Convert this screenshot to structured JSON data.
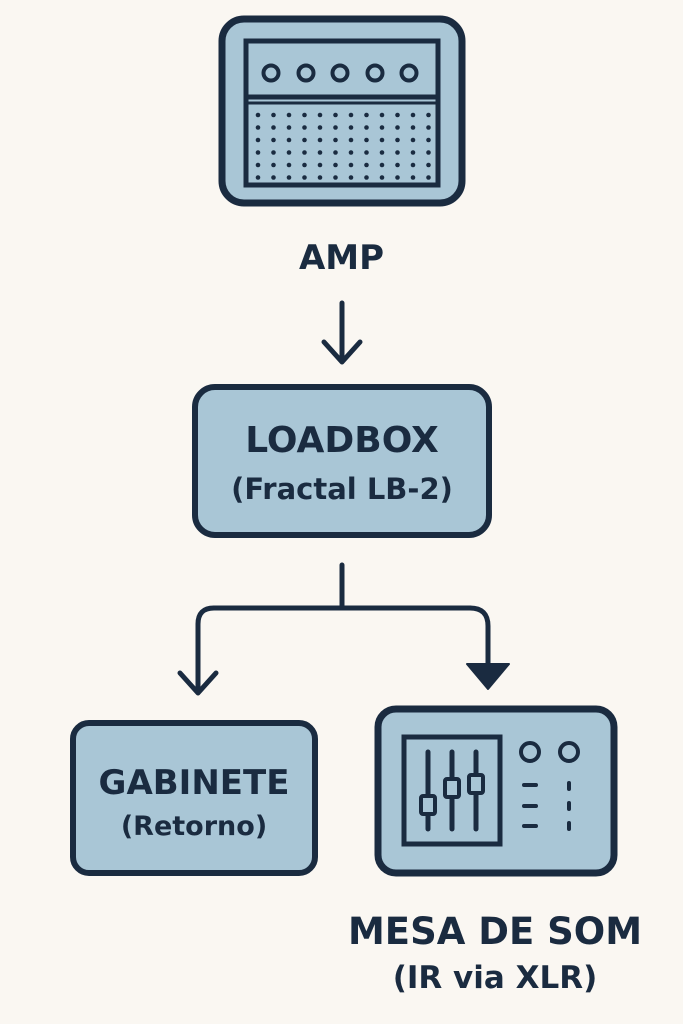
{
  "colors": {
    "background": "#faf7f2",
    "box_fill": "#a9c6d6",
    "stroke": "#1a2b40"
  },
  "nodes": {
    "amp": {
      "label": "AMP",
      "icon": "amp-icon"
    },
    "loadbox": {
      "title": "LOADBOX",
      "subtitle": "(Fractal LB-2)"
    },
    "cabinet": {
      "title": "GABINETE",
      "subtitle": "(Retorno)"
    },
    "mixer": {
      "title": "MESA DE SOM",
      "subtitle": "(IR via XLR)",
      "icon": "mixer-icon"
    }
  },
  "edges": [
    {
      "from": "AMP",
      "to": "LOADBOX"
    },
    {
      "from": "LOADBOX",
      "to": "GABINETE"
    },
    {
      "from": "LOADBOX",
      "to": "MESA DE SOM"
    }
  ]
}
